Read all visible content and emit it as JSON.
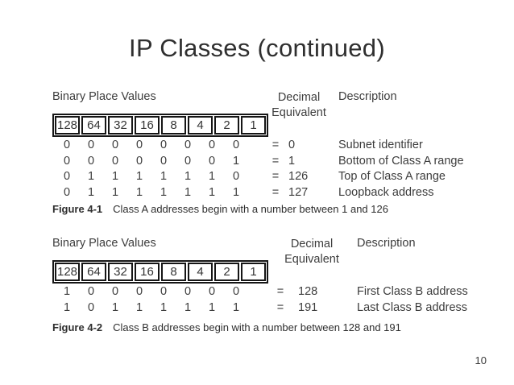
{
  "slide": {
    "title": "IP Classes (continued)",
    "page_number": "10"
  },
  "colors": {
    "background": "#ffffff",
    "text": "#3d3d3d",
    "table_border": "#161616"
  },
  "figures": [
    {
      "binary_header": "Binary Place Values",
      "decimal_header_line1": "Decimal",
      "decimal_header_line2": "Equivalent",
      "description_header": "Description",
      "place_values": [
        "128",
        "64",
        "32",
        "16",
        "8",
        "4",
        "2",
        "1"
      ],
      "equals_sign": "=",
      "rows": [
        {
          "bits": [
            "0",
            "0",
            "0",
            "0",
            "0",
            "0",
            "0",
            "0"
          ],
          "decimal": "0",
          "description": "Subnet identifier"
        },
        {
          "bits": [
            "0",
            "0",
            "0",
            "0",
            "0",
            "0",
            "0",
            "1"
          ],
          "decimal": "1",
          "description": "Bottom of Class A range"
        },
        {
          "bits": [
            "0",
            "1",
            "1",
            "1",
            "1",
            "1",
            "1",
            "0"
          ],
          "decimal": "126",
          "description": "Top of Class A range"
        },
        {
          "bits": [
            "0",
            "1",
            "1",
            "1",
            "1",
            "1",
            "1",
            "1"
          ],
          "decimal": "127",
          "description": "Loopback address"
        }
      ],
      "caption_label": "Figure 4-1",
      "caption_text": "Class A addresses begin with a number between 1 and 126"
    },
    {
      "binary_header": "Binary Place Values",
      "decimal_header_line1": "Decimal",
      "decimal_header_line2": "Equivalent",
      "description_header": "Description",
      "place_values": [
        "128",
        "64",
        "32",
        "16",
        "8",
        "4",
        "2",
        "1"
      ],
      "equals_sign": "=",
      "rows": [
        {
          "bits": [
            "1",
            "0",
            "0",
            "0",
            "0",
            "0",
            "0",
            "0"
          ],
          "decimal": "128",
          "description": "First Class B address"
        },
        {
          "bits": [
            "1",
            "0",
            "1",
            "1",
            "1",
            "1",
            "1",
            "1"
          ],
          "decimal": "191",
          "description": "Last Class B address"
        }
      ],
      "caption_label": "Figure 4-2",
      "caption_text": "Class B addresses begin with a number between 128 and 191"
    }
  ]
}
